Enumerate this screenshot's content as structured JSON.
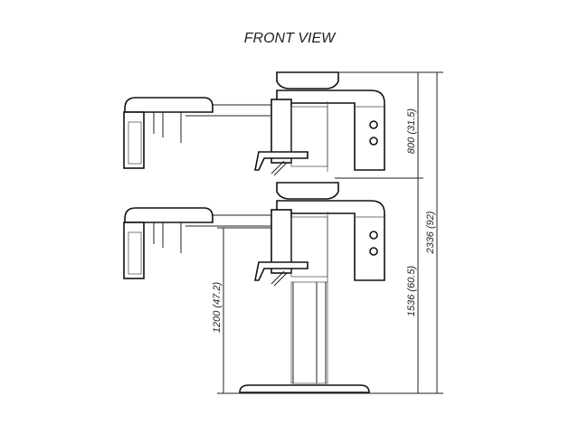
{
  "title": "FRONT VIEW",
  "dimensions": {
    "upper_travel": "800 (31.5)",
    "total_height": "2336 (92)",
    "lower_height": "1536 (60.5)",
    "ceph_arm_height": "1200 (47.2)"
  }
}
